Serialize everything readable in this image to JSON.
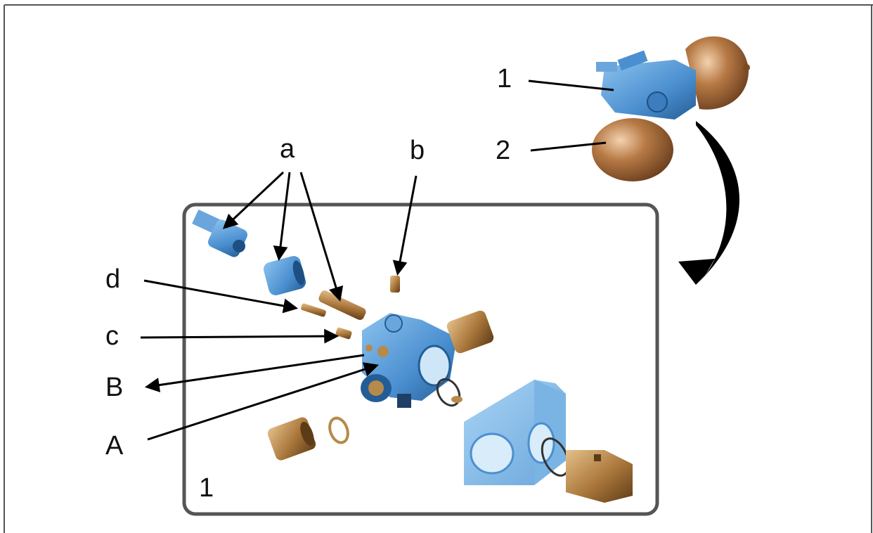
{
  "labels": {
    "top_1": "1",
    "top_2": "2",
    "a": "a",
    "b": "b",
    "d": "d",
    "c": "c",
    "B": "B",
    "A": "A",
    "inset_1": "1"
  },
  "colors": {
    "part_blue": "#5b9bd5",
    "part_blue_dark": "#2f6ea8",
    "brass": "#b58a4a",
    "brass_dark": "#7a5428",
    "sphere": "#b77a45",
    "leader": "#000000",
    "frame": "#555555"
  }
}
